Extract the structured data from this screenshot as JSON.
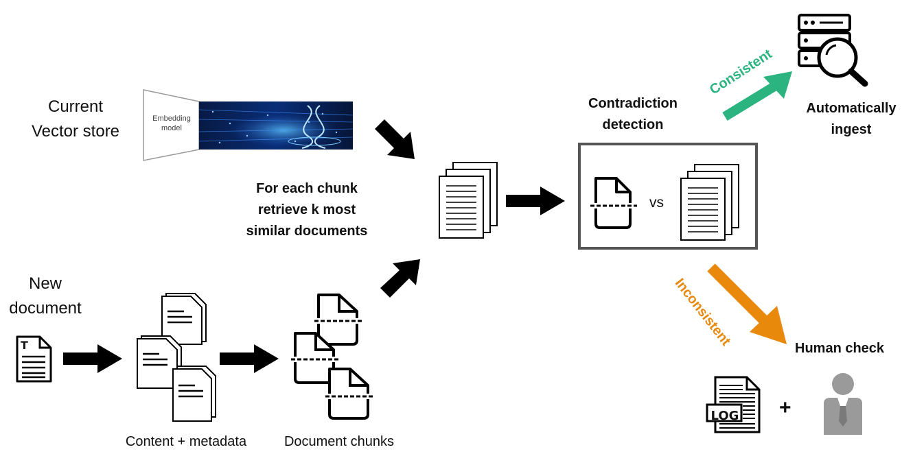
{
  "current_store": {
    "line1": "Current",
    "line2": "Vector store"
  },
  "embedding_model": {
    "line1": "Embedding",
    "line2": "model"
  },
  "retrieve_caption": {
    "line1": "For each chunk",
    "line2": "retrieve k most",
    "line3": "similar documents"
  },
  "new_document": {
    "line1": "New",
    "line2": "document"
  },
  "doc_icon_letter": "T",
  "content_metadata": "Content + metadata",
  "document_chunks": "Document chunks",
  "contradiction": {
    "line1": "Contradiction",
    "line2": "detection",
    "vs": "vs"
  },
  "consistent": {
    "label": "Consistent",
    "color": "#2bb47f"
  },
  "inconsistent": {
    "label": "Inconsistent",
    "color": "#e8890c"
  },
  "auto_ingest": {
    "line1": "Automatically",
    "line2": "ingest"
  },
  "human_check": {
    "title": "Human check",
    "log_label": "LOG",
    "plus": "+"
  },
  "icons": [
    "document-text-icon",
    "documents-stack-icon",
    "document-chunk-icon",
    "server-search-icon",
    "log-file-icon",
    "person-icon"
  ]
}
